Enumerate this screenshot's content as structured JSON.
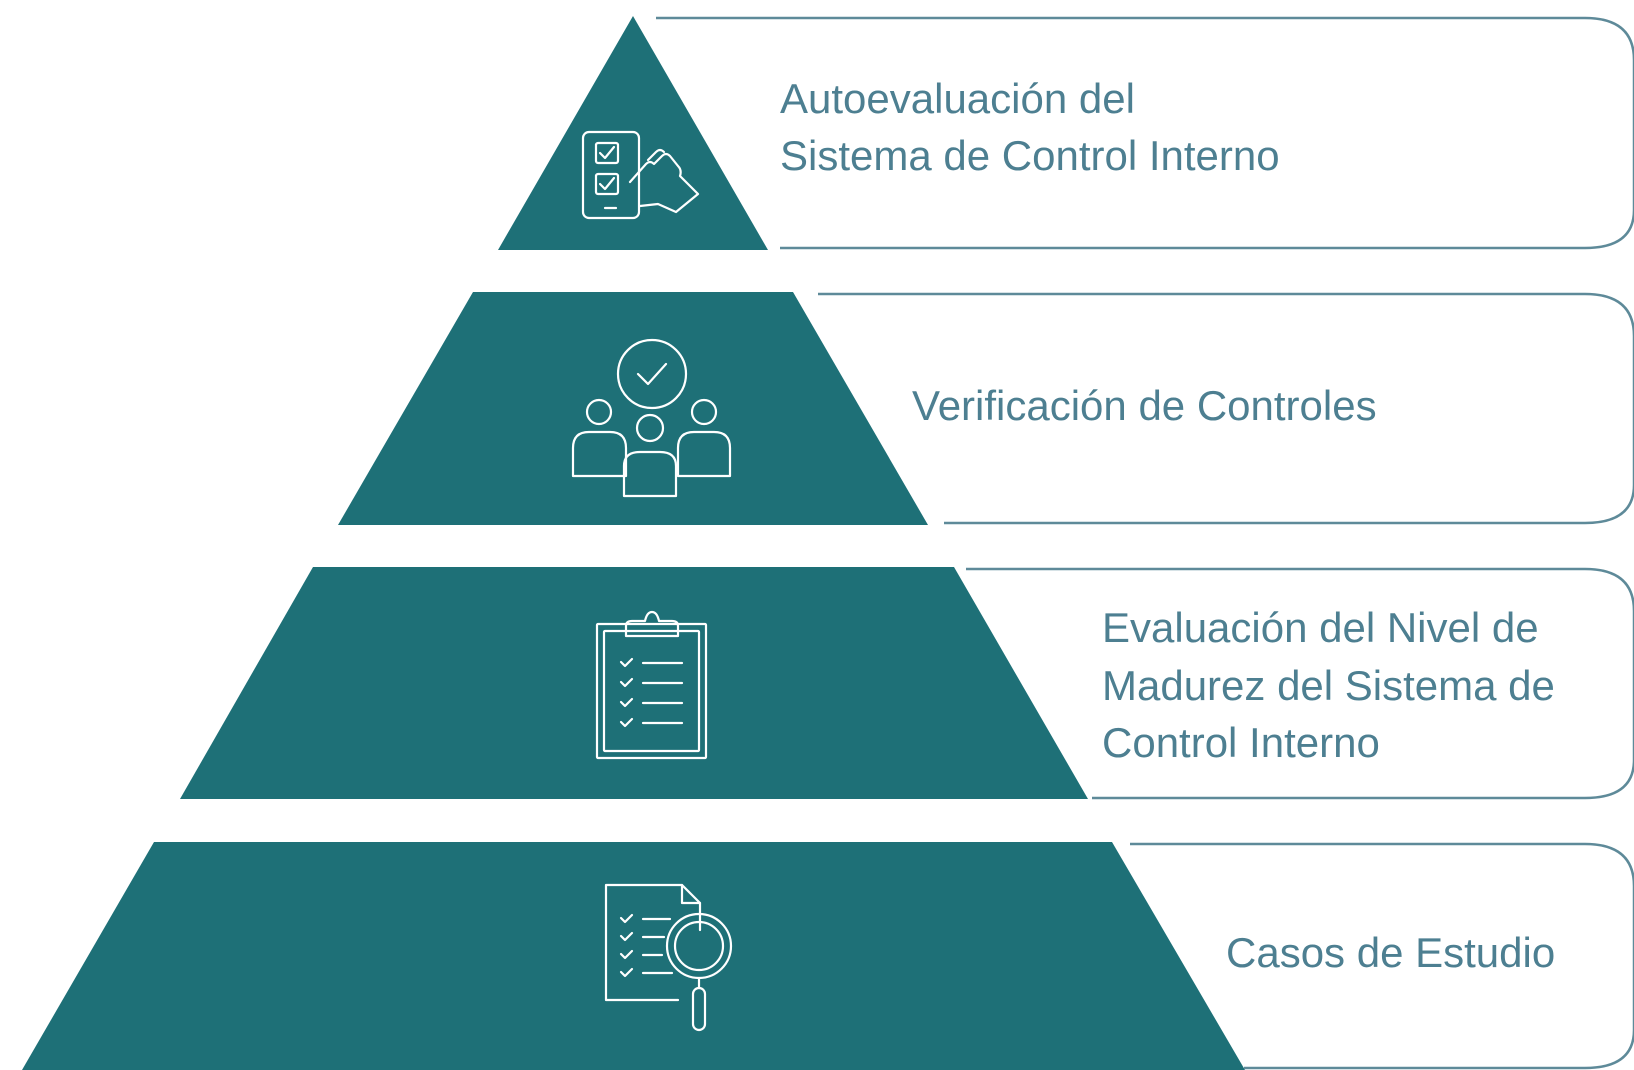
{
  "pyramid": {
    "fill_color": "#1e7077",
    "text_color": "#4d7f91",
    "bracket_color": "#5e8a99",
    "levels": [
      {
        "icon": "checklist-phone-hand-icon",
        "label_lines": [
          "Autoevaluación del",
          "Sistema de Control Interno"
        ]
      },
      {
        "icon": "team-check-icon",
        "label_lines": [
          "Verificación de Controles"
        ]
      },
      {
        "icon": "clipboard-checklist-icon",
        "label_lines": [
          "Evaluación del Nivel de",
          "Madurez del Sistema de",
          "Control Interno"
        ]
      },
      {
        "icon": "document-magnifier-icon",
        "label_lines": [
          "Casos de Estudio"
        ]
      }
    ]
  }
}
